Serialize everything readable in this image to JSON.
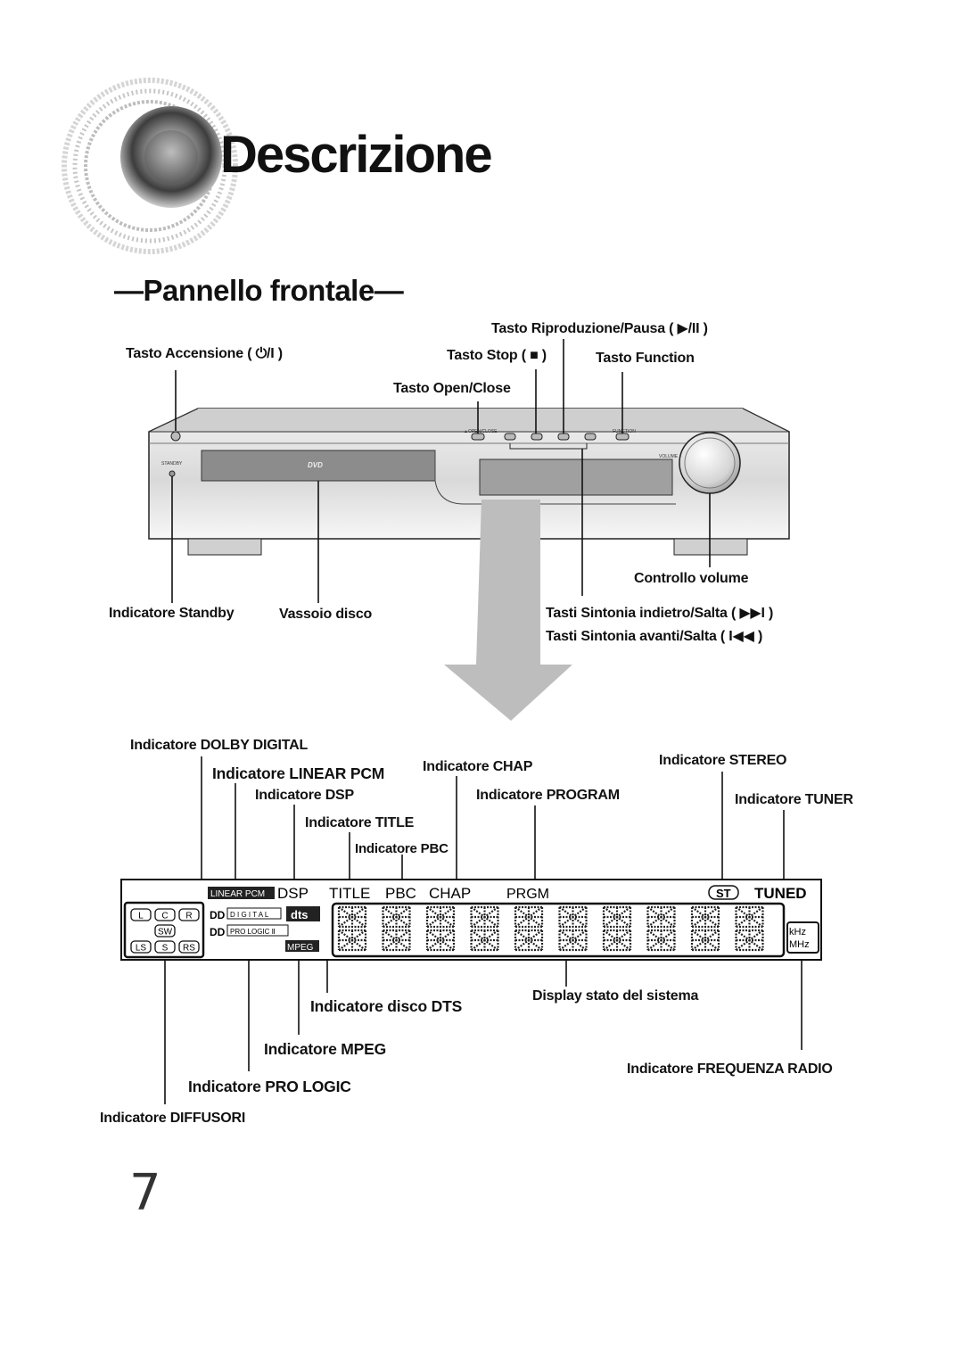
{
  "page": {
    "title": "Descrizione",
    "section_title": "—Pannello frontale—",
    "page_number": "7",
    "logo_binary_text": "01010101010101010101"
  },
  "front_panel": {
    "callouts": {
      "power": "Tasto Accensione ( ⏻/I )",
      "play_pause": "Tasto Riproduzione/Pausa ( ▶/II )",
      "stop": "Tasto Stop ( ■ )",
      "function": "Tasto Function",
      "open_close": "Tasto Open/Close",
      "standby_indicator": "Indicatore Standby",
      "disc_tray": "Vassoio disco",
      "volume": "Controllo volume",
      "tuning_back": "Tasti Sintonia indietro/Salta ( ▶▶I )",
      "tuning_forward": "Tasti Sintonia avanti/Salta ( I◀◀ )"
    },
    "device_labels": {
      "standby": "STANDBY",
      "open_close": "▲OPEN/CLOSE",
      "function": "FUNCTION",
      "volume": "VOLUME",
      "dvd": "DVD"
    }
  },
  "display": {
    "callouts": {
      "dolby_digital": "Indicatore DOLBY DIGITAL",
      "linear_pcm": "Indicatore LINEAR PCM",
      "dsp": "Indicatore DSP",
      "title": "Indicatore TITLE",
      "pbc": "Indicatore PBC",
      "chap": "Indicatore CHAP",
      "program": "Indicatore PROGRAM",
      "stereo": "Indicatore STEREO",
      "tuner": "Indicatore TUNER",
      "dts": "Indicatore disco DTS",
      "system_status": "Display stato del sistema",
      "mpeg": "Indicatore MPEG",
      "radio_frequency": "Indicatore FREQUENZA RADIO",
      "pro_logic": "Indicatore PRO LOGIC",
      "speakers": "Indicatore DIFFUSORI"
    },
    "segments": {
      "linear_pcm": "LINEAR PCM",
      "dsp": "DSP",
      "title": "TITLE",
      "pbc": "PBC",
      "chap": "CHAP",
      "prgm": "PRGM",
      "st": "ST",
      "tuned": "TUNED",
      "digital": "D I G I T A L",
      "pro_logic": "PRO LOGIC Ⅱ",
      "mpeg": "MPEG",
      "dts": "dts",
      "khz": "kHz",
      "mhz": "MHz",
      "speakers": [
        "L",
        "C",
        "R",
        "SW",
        "LS",
        "S",
        "RS"
      ]
    }
  },
  "colors": {
    "line": "#111111",
    "arrow": "#bdbdbd",
    "device_body": "#e4e4e4",
    "device_dark": "#8a8a8a"
  }
}
